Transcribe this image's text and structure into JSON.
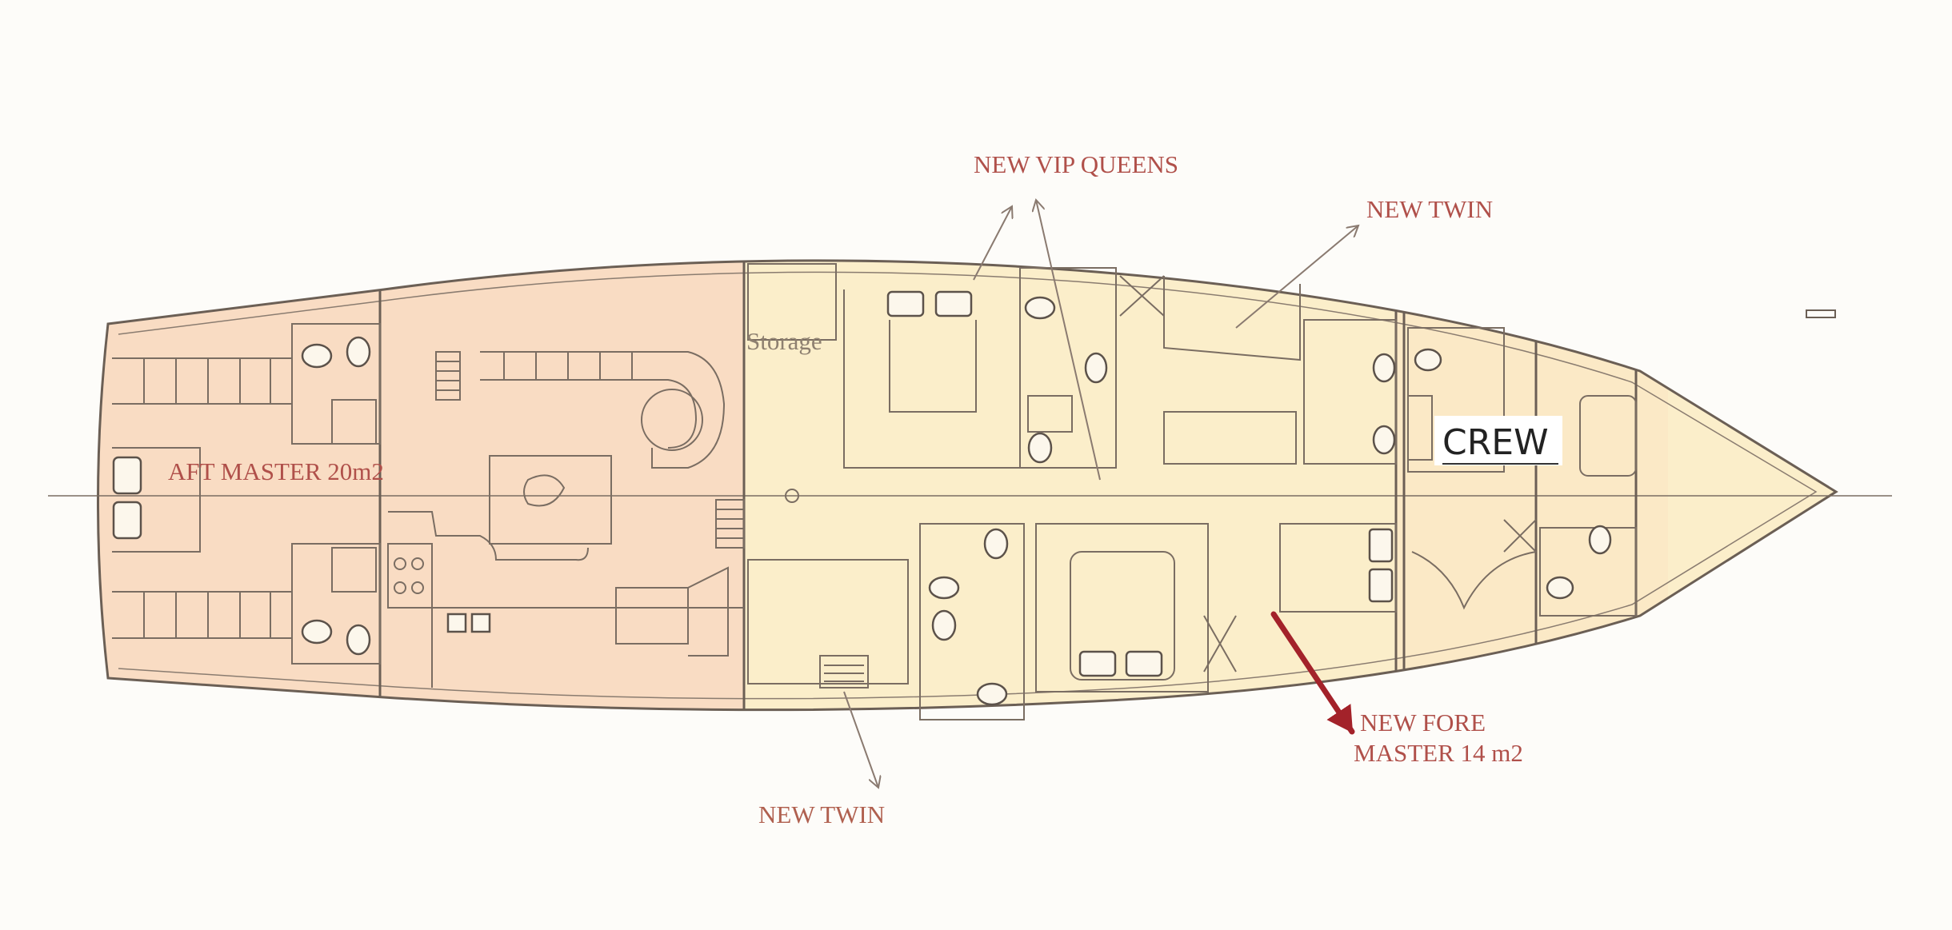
{
  "title": "",
  "labels": {
    "vip_queens": "NEW VIP QUEENS",
    "new_twin_top": "NEW TWIN",
    "storage": "Storage",
    "crew": "CREW",
    "aft_master": "AFT MASTER 20m2",
    "new_fore": "NEW FORE",
    "master_area": "MASTER  14 m2",
    "new_twin_bottom": "NEW TWIN"
  },
  "colors": {
    "hull_fill": "#fbeeca",
    "aft_fill": "#f9dcc3",
    "label_red": "#b0504a",
    "arrow_dark_red": "#a3222a",
    "line": "#6b5f55"
  }
}
